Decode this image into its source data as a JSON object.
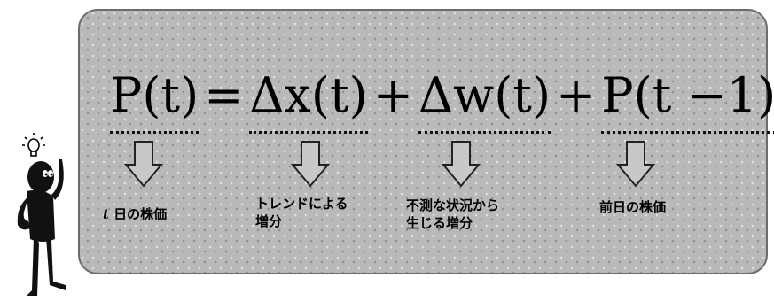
{
  "formula": {
    "lhs": "P(t)",
    "eq": "=",
    "t1": "Δx(t)",
    "plus1": "+",
    "t2": "Δw(t)",
    "plus2": "+",
    "t3": "P(t −1)"
  },
  "labels": {
    "l1_var": "t",
    "l1_text": " 日の株価",
    "l2_line1": "トレンドによる",
    "l2_line2": "増分",
    "l3_line1": "不測な状況から",
    "l3_line2": "生じる増分",
    "l4": "前日の株価"
  },
  "colors": {
    "panel": "#b9b9b9",
    "border": "#6c6c6c",
    "ink": "#000000"
  },
  "icons": [
    "down-arrow-icon",
    "lightbulb-icon",
    "thinking-person-figure"
  ]
}
